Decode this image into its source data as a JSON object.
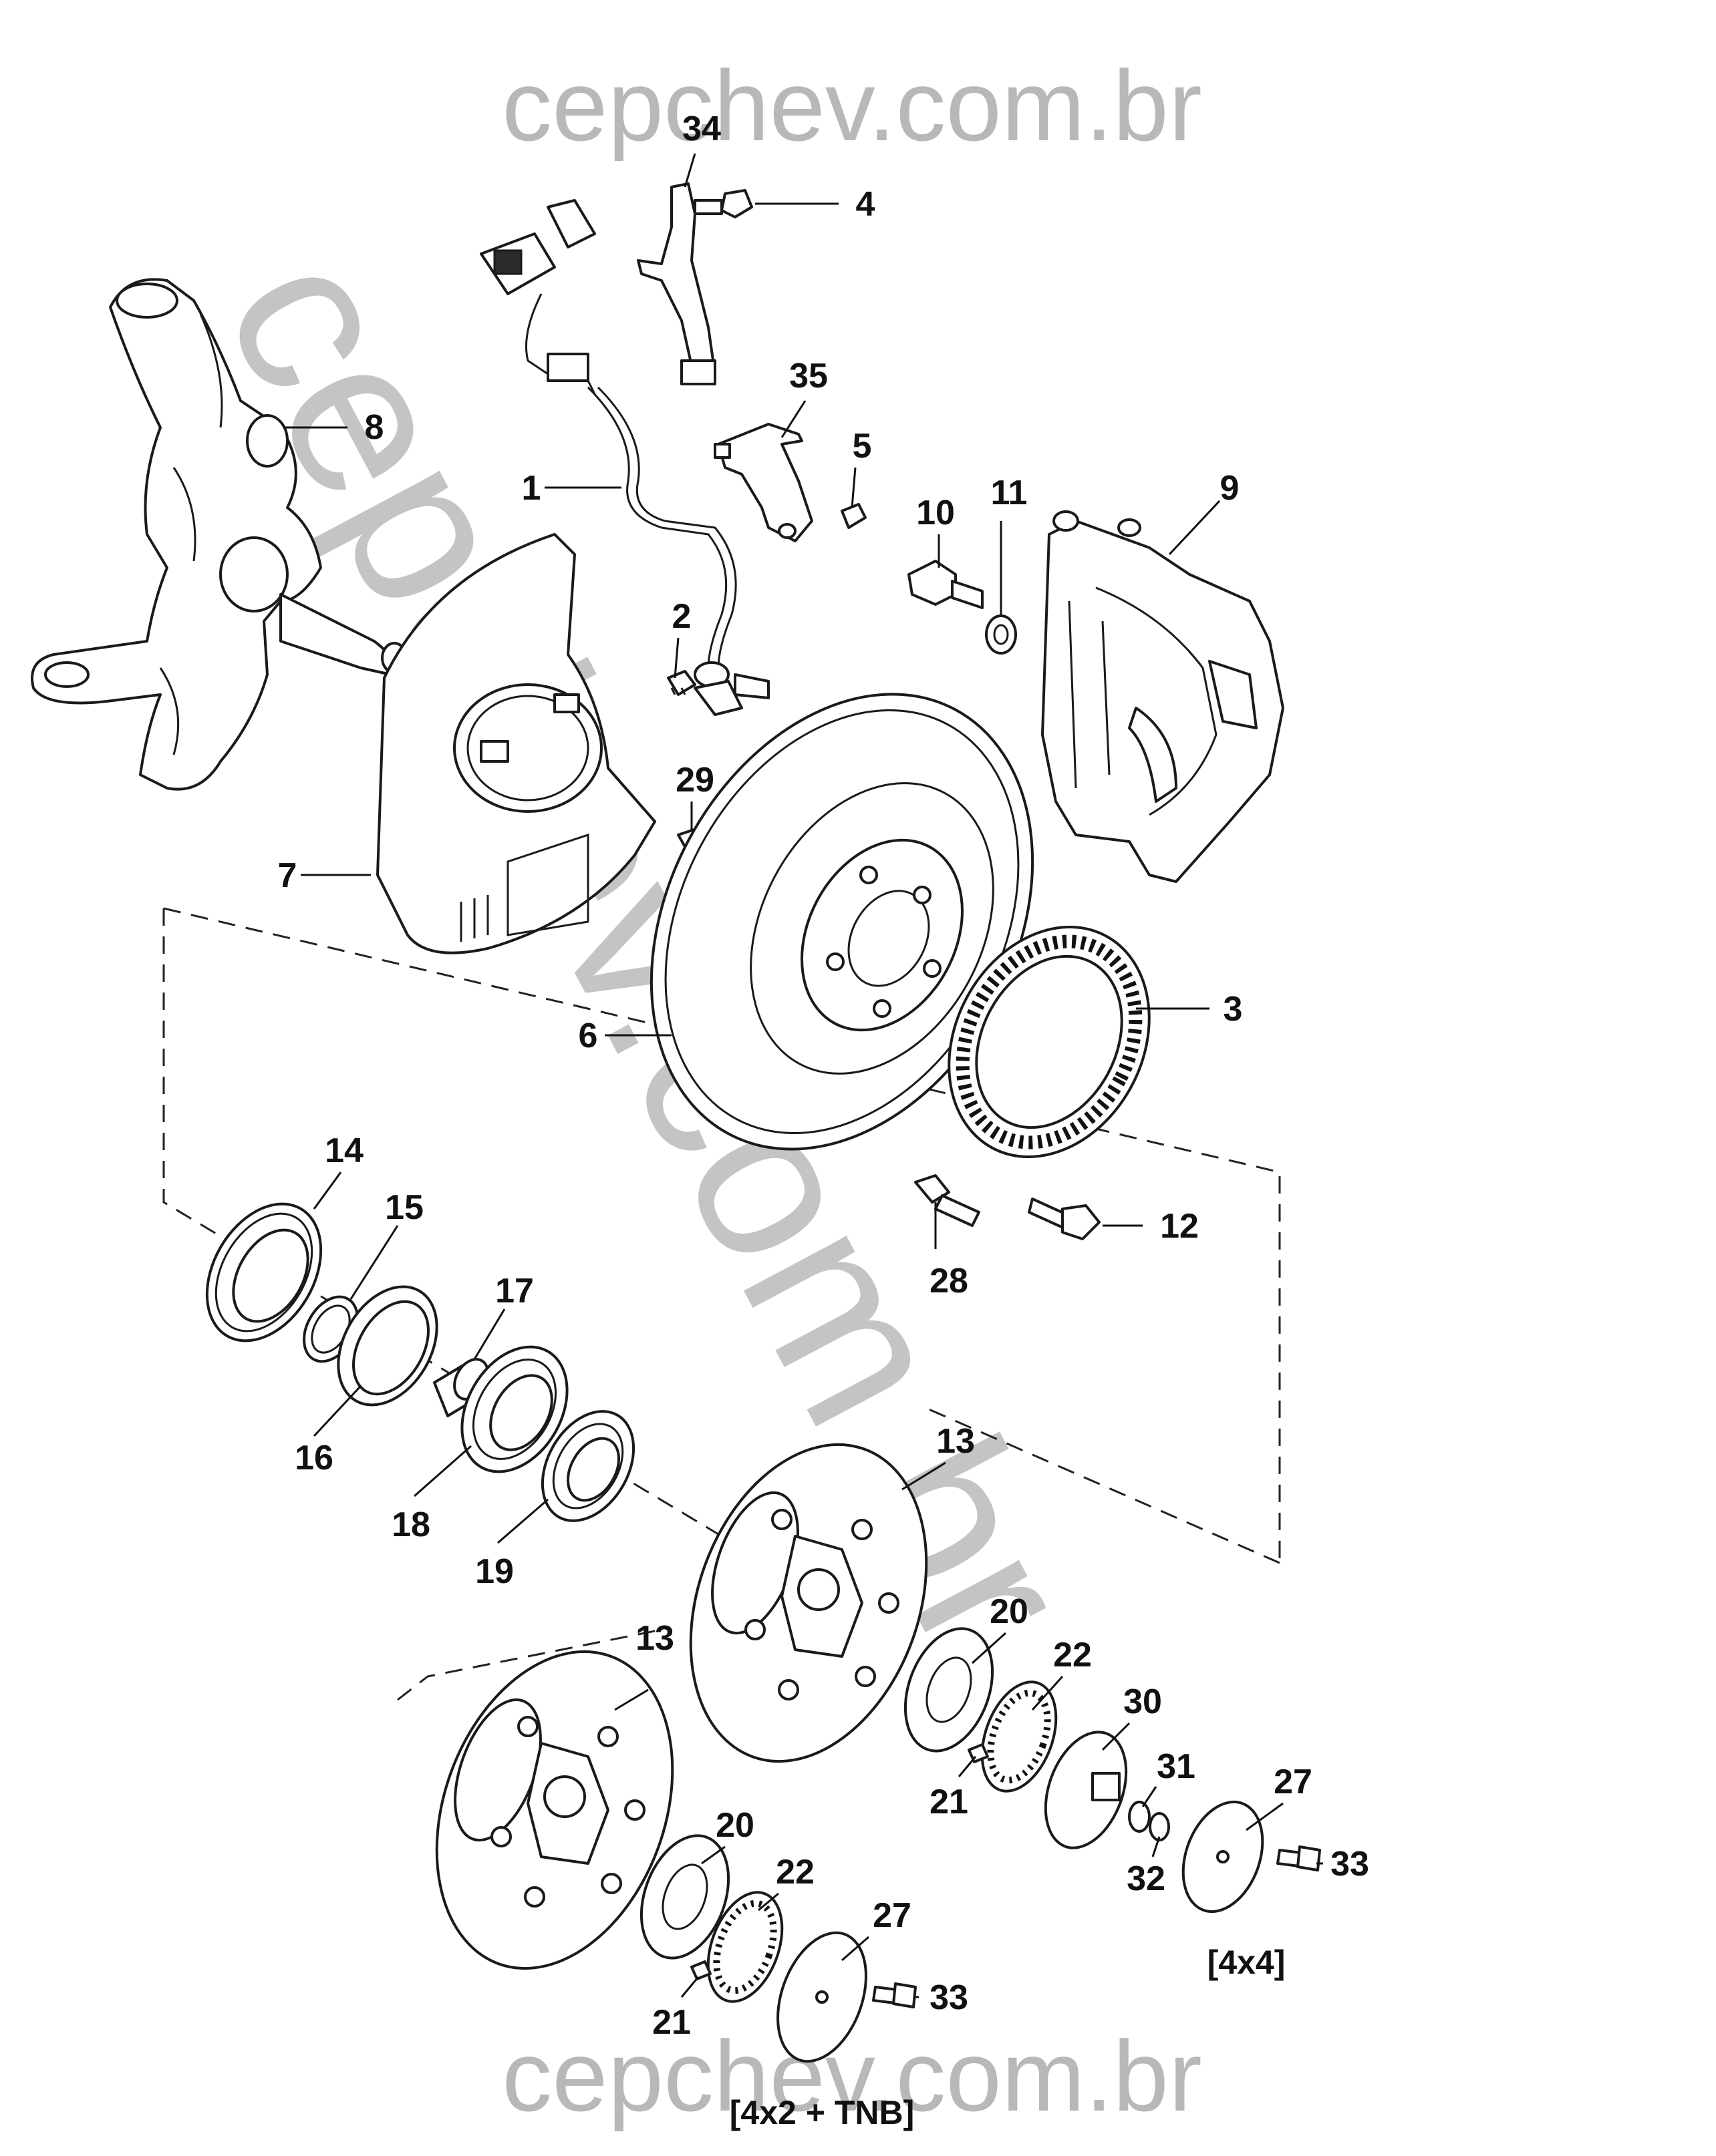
{
  "watermarks": {
    "top": "cepchev.com.br",
    "bottom": "cepchev.com.br",
    "diagonal": "cepchev.com.br"
  },
  "callouts": {
    "c1": "1",
    "c2": "2",
    "c3": "3",
    "c4": "4",
    "c5": "5",
    "c6": "6",
    "c7": "7",
    "c8": "8",
    "c9": "9",
    "c10": "10",
    "c11": "11",
    "c12": "12",
    "c13a": "13",
    "c13b": "13",
    "c14": "14",
    "c15": "15",
    "c16": "16",
    "c17": "17",
    "c18": "18",
    "c19": "19",
    "c20a": "20",
    "c20b": "20",
    "c21a": "21",
    "c21b": "21",
    "c22a": "22",
    "c22b": "22",
    "c27a": "27",
    "c27b": "27",
    "c28": "28",
    "c29": "29",
    "c30": "30",
    "c31": "31",
    "c32": "32",
    "c33a": "33",
    "c33b": "33",
    "c34": "34",
    "c35": "35"
  },
  "variants": {
    "four_by_four": "[4x4]",
    "four_by_two": "[4x2 + TNB]"
  }
}
